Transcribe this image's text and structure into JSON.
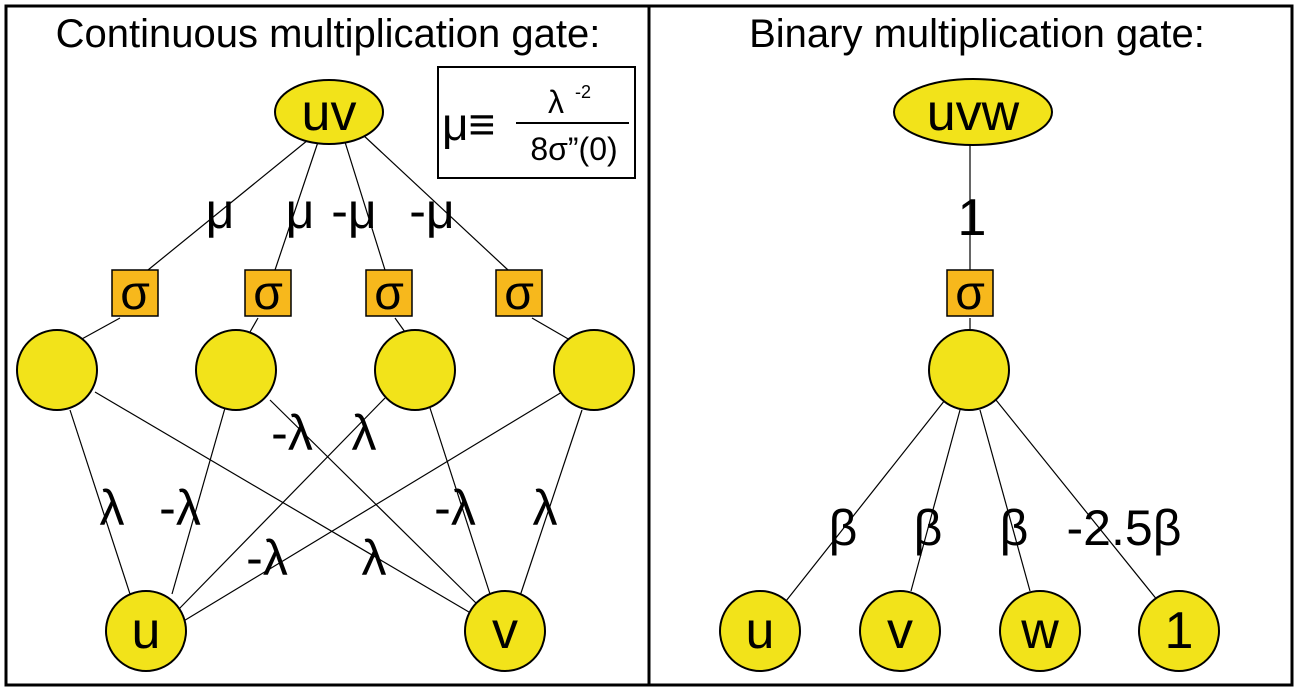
{
  "left_panel": {
    "title": "Continuous multiplication gate:",
    "output_node": "uv",
    "formula": {
      "lhs": "μ≡",
      "numerator": "λ",
      "numerator_exp": "-2",
      "denominator": "8σ”(0)"
    },
    "output_weights": [
      "μ",
      "μ",
      "-μ",
      "-μ"
    ],
    "sigma_label": "σ",
    "cross_weights": [
      "-λ",
      "λ"
    ],
    "side_weights": [
      "λ",
      "-λ",
      "-λ",
      "λ"
    ],
    "bottom_weights": [
      "-λ",
      "λ"
    ],
    "input_nodes": [
      "u",
      "v"
    ]
  },
  "right_panel": {
    "title": "Binary multiplication gate:",
    "output_node": "uvw",
    "output_weight": "1",
    "sigma_label": "σ",
    "input_weights": [
      "β",
      "β",
      "β",
      "-2.5β"
    ],
    "input_nodes": [
      "u",
      "v",
      "w",
      "1"
    ]
  },
  "colors": {
    "node_fill": "#f2e31a",
    "sigma_fill": "#f7b81c",
    "border": "#000000"
  }
}
